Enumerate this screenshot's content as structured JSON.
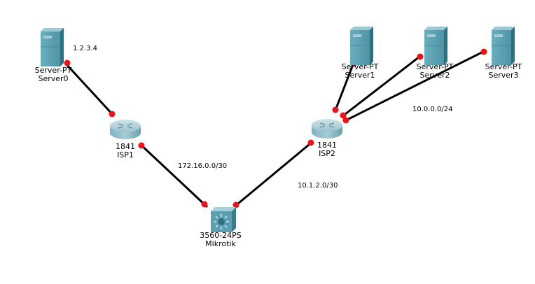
{
  "devices": [
    {
      "id": "server0",
      "model": "Server-PT",
      "name": "Server0",
      "type": "server"
    },
    {
      "id": "isp1",
      "model": "1841",
      "name": "ISP1",
      "type": "router"
    },
    {
      "id": "mikrotik",
      "model": "3560-24PS",
      "name": "Mikrotik",
      "type": "switch"
    },
    {
      "id": "isp2",
      "model": "1841",
      "name": "ISP2",
      "type": "router"
    },
    {
      "id": "server1",
      "model": "Server-PT",
      "name": "Server1",
      "type": "server"
    },
    {
      "id": "server2",
      "model": "Server-PT",
      "name": "Server2",
      "type": "server"
    },
    {
      "id": "server3",
      "model": "Server-PT",
      "name": "Server3",
      "type": "server"
    }
  ],
  "links": [
    {
      "from": "server0",
      "to": "isp1",
      "status": "down"
    },
    {
      "from": "isp1",
      "to": "mikrotik",
      "status": "down"
    },
    {
      "from": "mikrotik",
      "to": "isp2",
      "status": "down"
    },
    {
      "from": "isp2",
      "to": "server1",
      "status": "down"
    },
    {
      "from": "isp2",
      "to": "server2",
      "status": "down"
    },
    {
      "from": "isp2",
      "to": "server3",
      "status": "down"
    }
  ],
  "annotations": {
    "server0_ip": "1.2.3.4",
    "isp1_mikrotik_net": "172.16.0.0/30",
    "mikrotik_isp2_net": "10.1.2.0/30",
    "isp2_servers_net": "10.0.0.0/24"
  },
  "colors": {
    "link": "#000000",
    "link_down_dot": "#e8141a",
    "device_body": "#5d9fb2"
  }
}
